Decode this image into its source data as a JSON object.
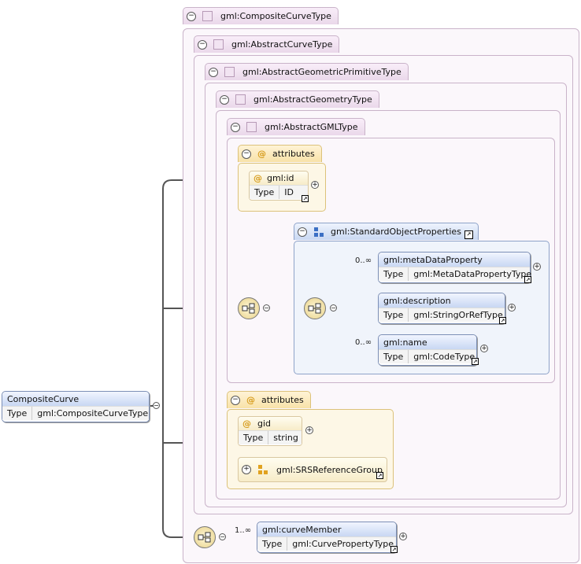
{
  "root": {
    "name": "CompositeCurve",
    "type_key": "Type",
    "type_value": "gml:CompositeCurveType"
  },
  "types": {
    "composite_curve": "gml:CompositeCurveType",
    "abstract_curve": "gml:AbstractCurveType",
    "abstract_geometric_primitive": "gml:AbstractGeometricPrimitiveType",
    "abstract_geometry": "gml:AbstractGeometryType",
    "abstract_gml": "gml:AbstractGMLType"
  },
  "attributes_label": "attributes",
  "attr_id": {
    "name": "gml:id",
    "type_key": "Type",
    "type_value": "ID"
  },
  "std_props": {
    "title": "gml:StandardObjectProperties",
    "items": [
      {
        "name": "gml:metaDataProperty",
        "type_key": "Type",
        "type_value": "gml:MetaDataPropertyType",
        "card": "0..∞"
      },
      {
        "name": "gml:description",
        "type_key": "Type",
        "type_value": "gml:StringOrRefType",
        "card": ""
      },
      {
        "name": "gml:name",
        "type_key": "Type",
        "type_value": "gml:CodeType",
        "card": "0..∞"
      }
    ]
  },
  "attr_gid": {
    "name": "gid",
    "type_key": "Type",
    "type_value": "string"
  },
  "srs_group": "gml:SRSReferenceGroup",
  "curve_member": {
    "name": "gml:curveMember",
    "type_key": "Type",
    "type_value": "gml:CurvePropertyType",
    "card": "1..∞"
  },
  "colors": {
    "connector": "#555555",
    "type_border": "#c9b3c9",
    "attr_border": "#dcc27a",
    "element_border": "#7c8fb6"
  }
}
